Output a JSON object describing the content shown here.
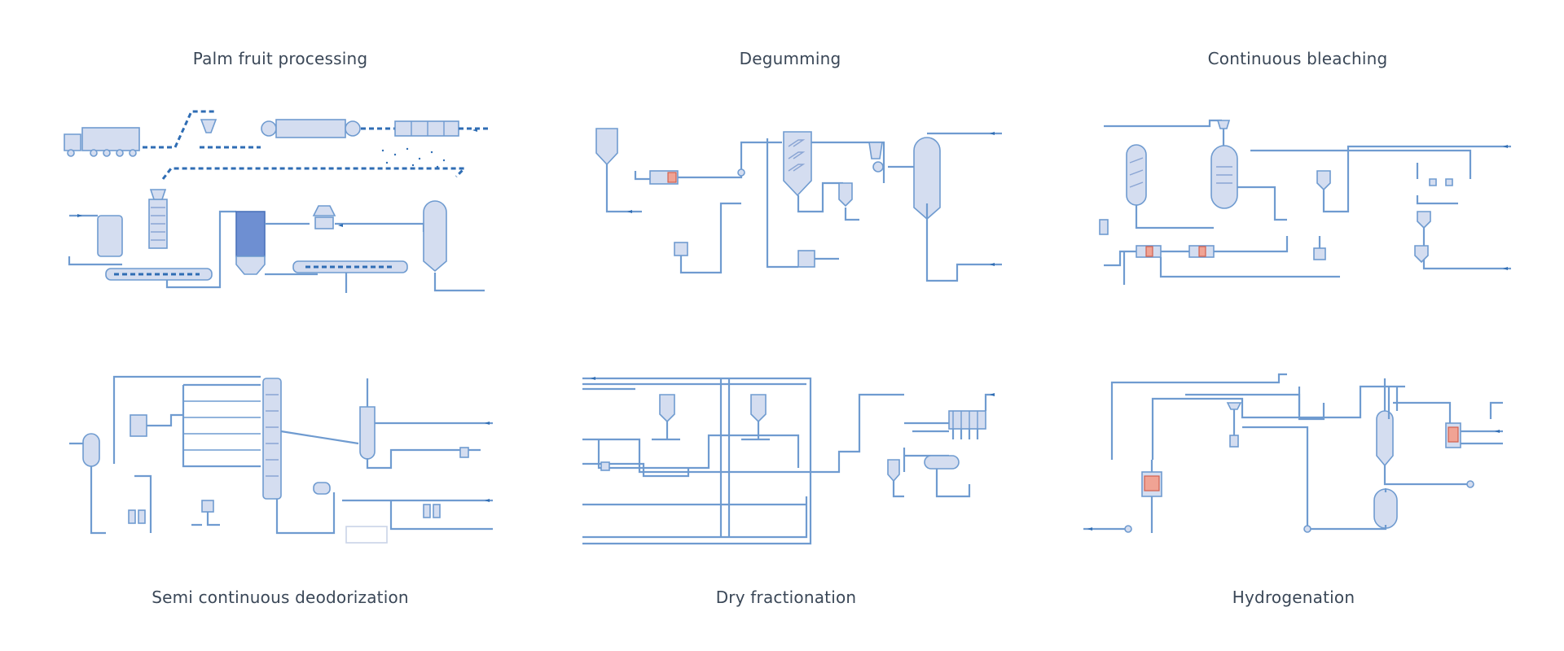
{
  "diagrams": [
    {
      "title": "Palm fruit processing"
    },
    {
      "title": "Degumming"
    },
    {
      "title": "Continuous bleaching"
    },
    {
      "title": "Semi continuous deodorization"
    },
    {
      "title": "Dry fractionation"
    },
    {
      "title": "Hydrogenation"
    }
  ],
  "colors": {
    "pipe": "#6f9bd0",
    "equipment_fill": "#d4ddf0",
    "flow_arrow": "#2f6db4",
    "heat_exchanger": "#f0a394",
    "text": "#3a4757"
  }
}
